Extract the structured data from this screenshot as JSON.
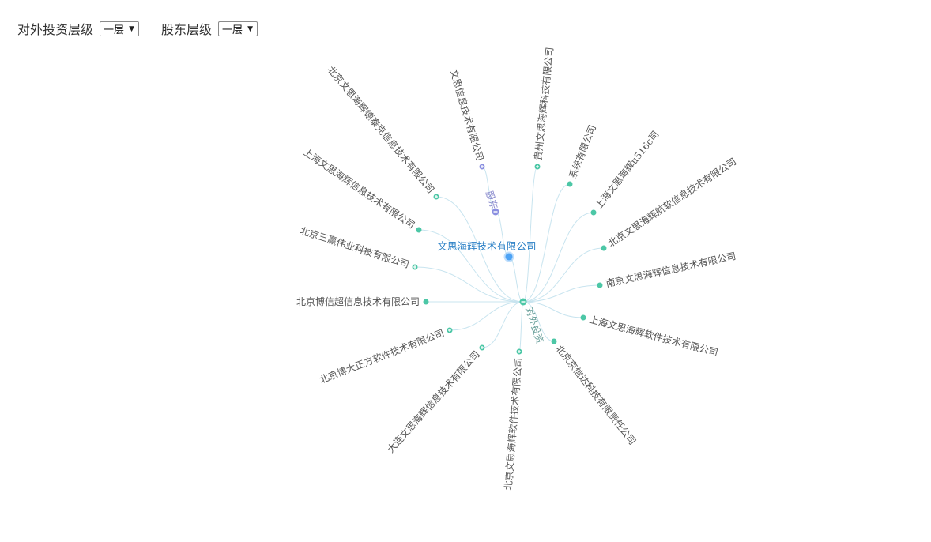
{
  "controls": {
    "investment_level_label": "对外投资层级",
    "investment_level_value": "一层",
    "shareholder_level_label": "股东层级",
    "shareholder_level_value": "一层"
  },
  "graph": {
    "root": {
      "name": "文思海辉技术有限公司"
    },
    "investment_hub": {
      "label": "对外投资"
    },
    "shareholder_hub": {
      "label": "股东"
    },
    "shareholders": [
      {
        "name": "文思信息技术有限公司",
        "expandable": true
      }
    ],
    "investments": [
      {
        "name": "北京文思海辉德泰克信息技术有限公司",
        "expandable": true
      },
      {
        "name": "上海文思海辉信息技术有限公司",
        "expandable": false
      },
      {
        "name": "北京三赢伟业科技有限公司",
        "expandable": true
      },
      {
        "name": "北京博信超信息技术有限公司",
        "expandable": false
      },
      {
        "name": "北京博大正方软件技术有限公司",
        "expandable": true
      },
      {
        "name": "大连文思海辉信息技术有限公司",
        "expandable": true
      },
      {
        "name": "北京文思海辉软件技术有限公司",
        "expandable": true
      },
      {
        "name": "北京京信达科技有限责任公司",
        "expandable": false
      },
      {
        "name": "上海文思海辉软件技术有限公司",
        "expandable": false
      },
      {
        "name": "南京文思海辉信息技术有限公司",
        "expandable": false
      },
      {
        "name": "北京文思海辉航软信息技术有限公司",
        "expandable": false
      },
      {
        "name": "上海文思海辉u516c司",
        "expandable": false
      },
      {
        "name": "系统有限公司",
        "expandable": false
      },
      {
        "name": "贵州文思海辉科技有限公司",
        "expandable": true
      }
    ],
    "colors": {
      "investment_node": "#4cc7a6",
      "shareholder_node": "#8a8fe0",
      "root_node": "#4da3f5",
      "link": "#c8e4ef",
      "label_text": "#555555",
      "root_text": "#2b80c6"
    }
  }
}
